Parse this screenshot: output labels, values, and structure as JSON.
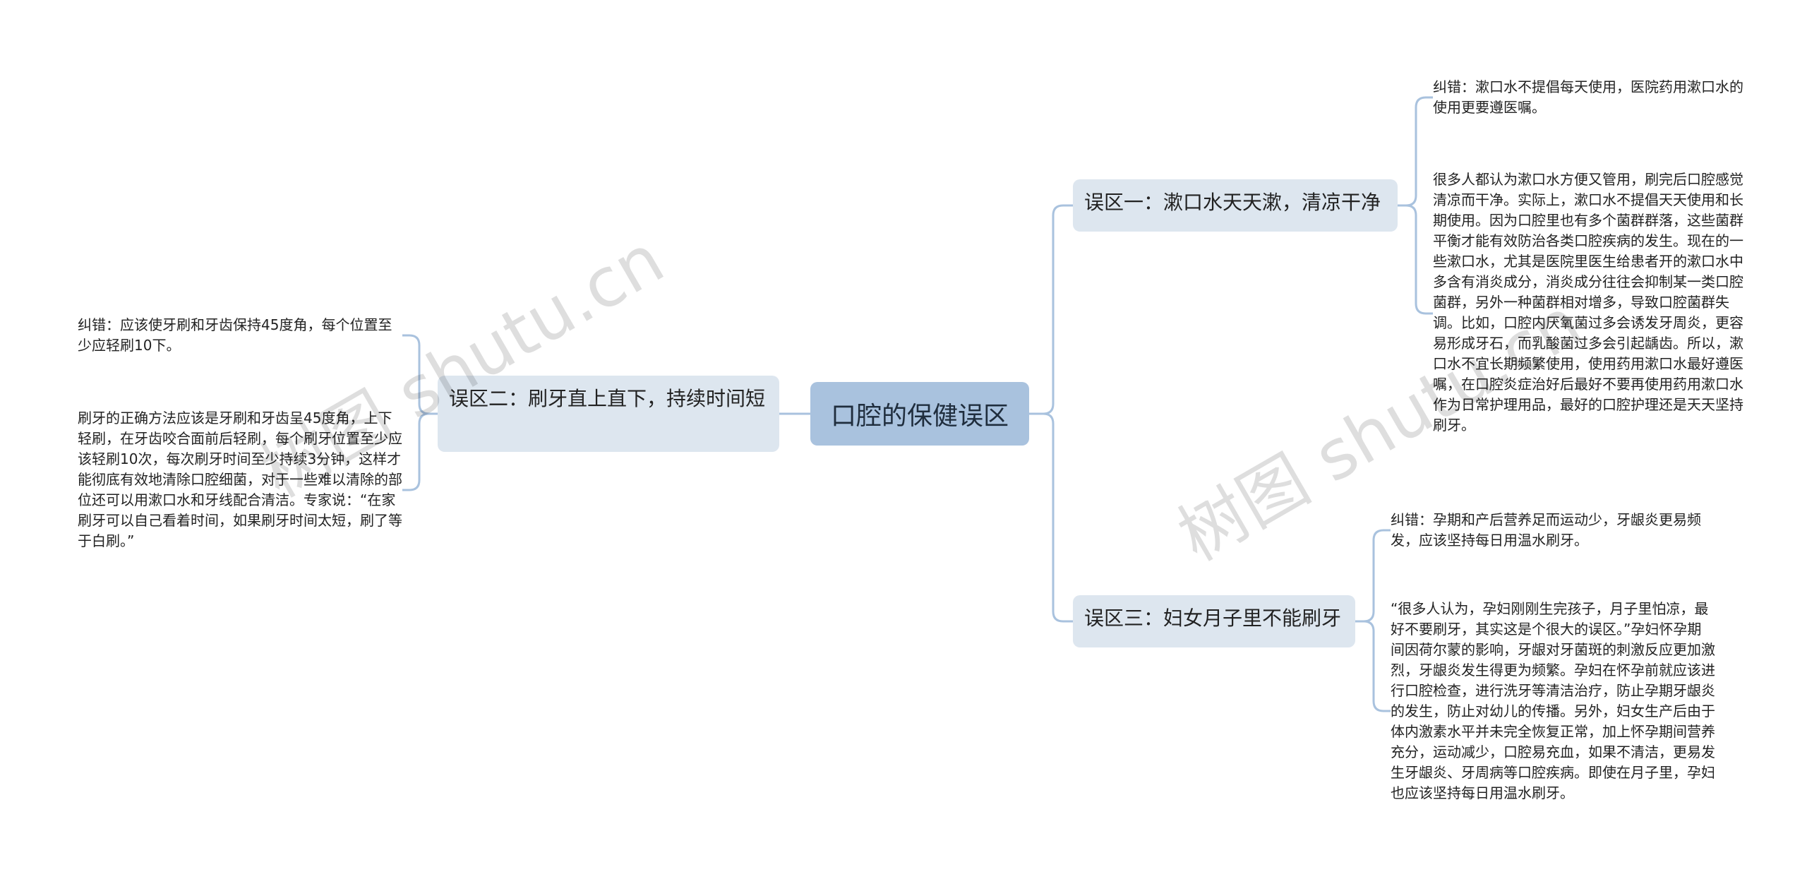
{
  "root": {
    "label": "口腔的保健误区"
  },
  "branches": [
    {
      "label": "误区一：漱口水天天漱，清凉干净",
      "items": [
        "纠错：漱口水不提倡每天使用，医院药用漱口水的使用更要遵医嘱。",
        "很多人都认为漱口水方便又管用，刷完后口腔感觉清凉而干净。实际上，漱口水不提倡天天使用和长期使用。因为口腔里也有多个菌群群落，这些菌群平衡才能有效防治各类口腔疾病的发生。现在的一些漱口水，尤其是医院里医生给患者开的漱口水中多含有消炎成分，消炎成分往往会抑制某一类口腔菌群，另外一种菌群相对增多，导致口腔菌群失调。比如，口腔内厌氧菌过多会诱发牙周炎，更容易形成牙石，而乳酸菌过多会引起龋齿。所以，漱口水不宜长期频繁使用，使用药用漱口水最好遵医嘱，在口腔炎症治好后最好不要再使用药用漱口水作为日常护理用品，最好的口腔护理还是天天坚持刷牙。"
      ]
    },
    {
      "label": "误区二：刷牙直上直下，持续时间短",
      "items": [
        "纠错：应该使牙刷和牙齿保持45度角，每个位置至少应轻刷10下。",
        "刷牙的正确方法应该是牙刷和牙齿呈45度角，上下轻刷，在牙齿咬合面前后轻刷，每个刷牙位置至少应该轻刷10次，每次刷牙时间至少持续3分钟，这样才能彻底有效地清除口腔细菌，对于一些难以清除的部位还可以用漱口水和牙线配合清洁。专家说：“在家刷牙可以自己看着时间，如果刷牙时间太短，刷了等于白刷。”"
      ]
    },
    {
      "label": "误区三：妇女月子里不能刷牙",
      "items": [
        "纠错：孕期和产后营养足而运动少，牙龈炎更易频发，应该坚持每日用温水刷牙。",
        "“很多人认为，孕妇刚刚生完孩子，月子里怕凉，最好不要刷牙，其实这是个很大的误区。”孕妇怀孕期间因荷尔蒙的影响，牙龈对牙菌斑的刺激反应更加激烈，牙龈炎发生得更为频繁。孕妇在怀孕前就应该进行口腔检查，进行洗牙等清洁治疗，防止孕期牙龈炎的发生，防止对幼儿的传播。另外，妇女生产后由于体内激素水平并未完全恢复正常，加上怀孕期间营养充分，运动减少，口腔易充血，如果不清洁，更易发生牙龈炎、牙周病等口腔疾病。即使在月子里，孕妇也应该坚持每日用温水刷牙。"
      ]
    }
  ],
  "watermarks": [
    "树图 shutu.cn",
    "树图 shutu.cn"
  ],
  "colors": {
    "root_fill": "#a9c2de",
    "topic_fill": "#dde6ef",
    "line": "#a9c2de"
  }
}
